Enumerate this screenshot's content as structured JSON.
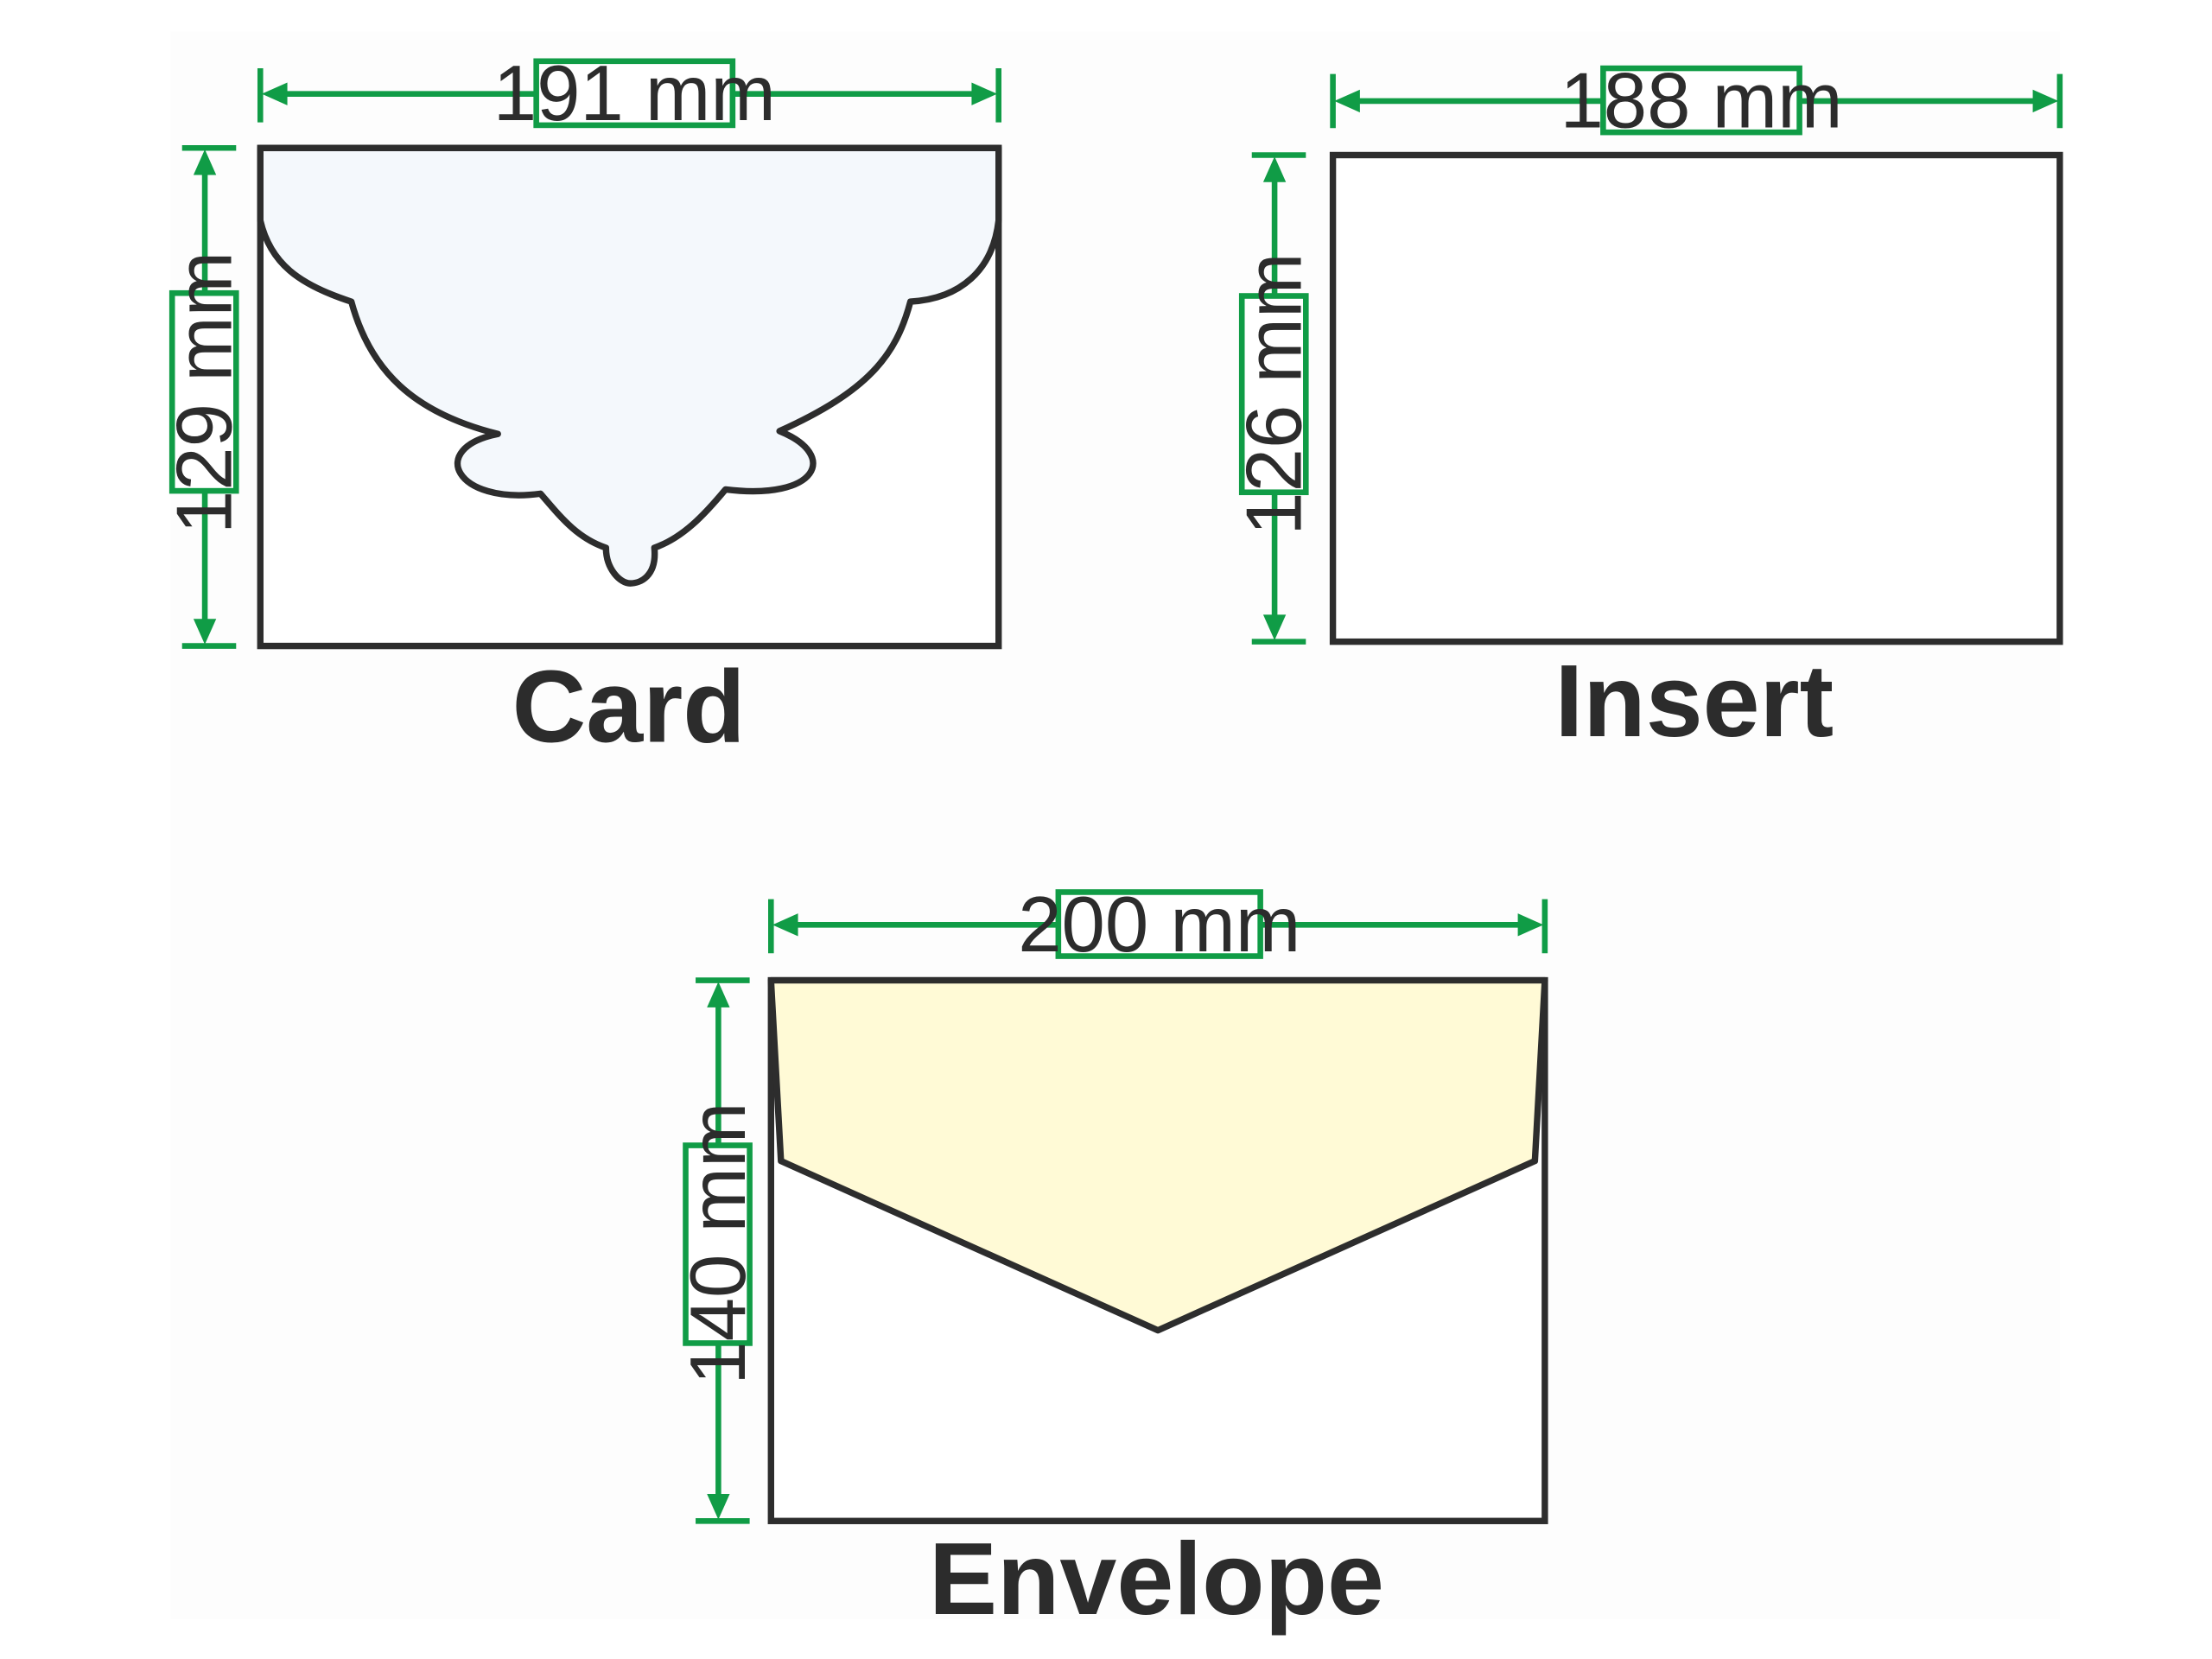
{
  "colors": {
    "background": "#fdfdfd",
    "outline": "#2d2d2d",
    "dimension": "#109c46",
    "card_flap": "#f4f8fc",
    "envelope_flap": "#fffad6",
    "text": "#2c2c2c"
  },
  "card": {
    "caption": "Card",
    "width_label": "191 mm",
    "height_label": "129 mm"
  },
  "insert": {
    "caption": "Insert",
    "width_label": "188 mm",
    "height_label": "126 mm"
  },
  "envelope": {
    "caption": "Envelope",
    "width_label": "200 mm",
    "height_label": "140 mm"
  }
}
